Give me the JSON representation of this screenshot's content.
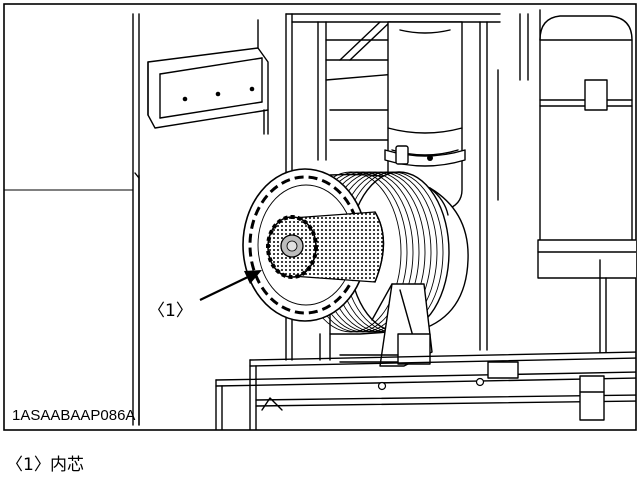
{
  "diagram": {
    "callout_label": "〈1〉",
    "drawing_code": "1ASAABAAP086A"
  },
  "caption": {
    "label": "〈1〉",
    "text": "内芯"
  }
}
